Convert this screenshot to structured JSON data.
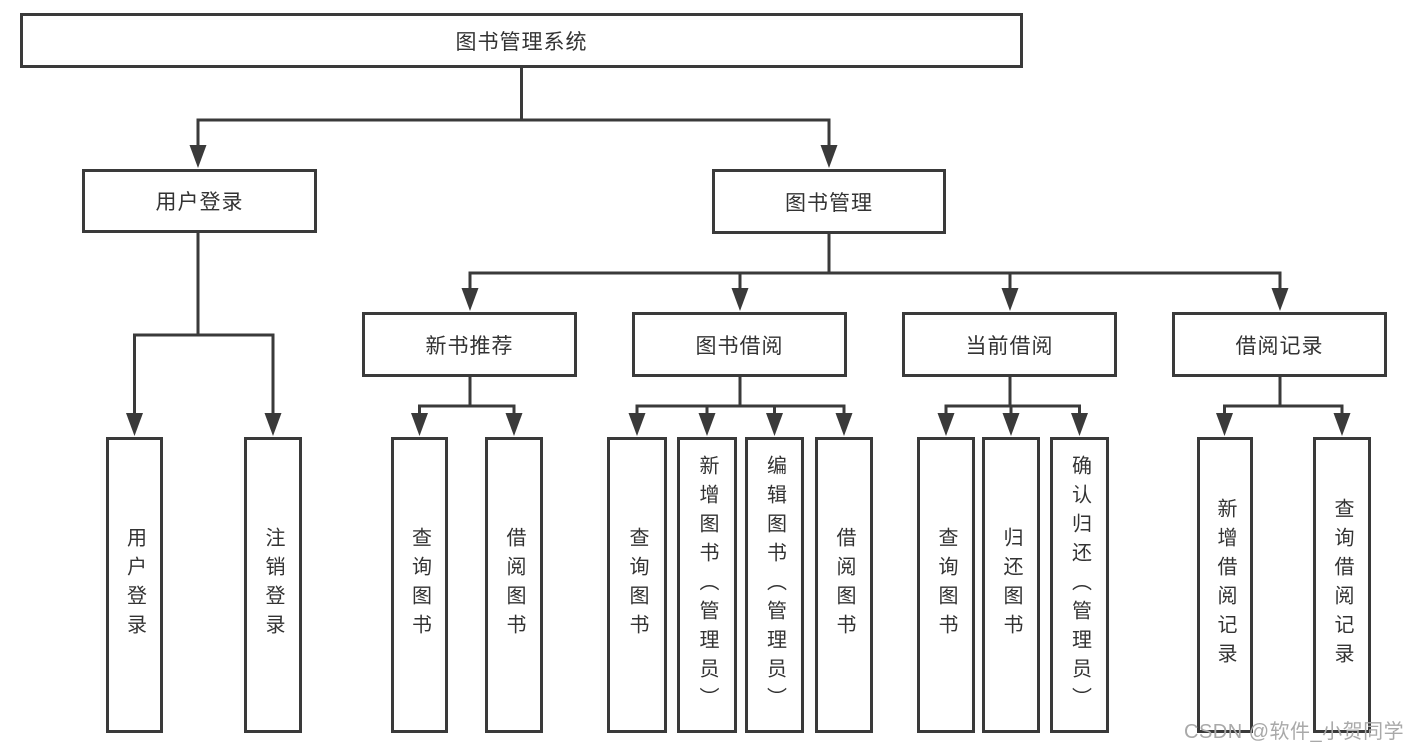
{
  "tree": {
    "label": "图书管理系统",
    "children": [
      {
        "label": "用户登录",
        "children": [
          {
            "label": "用户登录"
          },
          {
            "label": "注销登录"
          }
        ]
      },
      {
        "label": "图书管理",
        "children": [
          {
            "label": "新书推荐",
            "children": [
              {
                "label": "查询图书"
              },
              {
                "label": "借阅图书"
              }
            ]
          },
          {
            "label": "图书借阅",
            "children": [
              {
                "label": "查询图书"
              },
              {
                "label": "新增图书（管理员）"
              },
              {
                "label": "编辑图书（管理员）"
              },
              {
                "label": "借阅图书"
              }
            ]
          },
          {
            "label": "当前借阅",
            "children": [
              {
                "label": "查询图书"
              },
              {
                "label": "归还图书"
              },
              {
                "label": "确认归还（管理员）"
              }
            ]
          },
          {
            "label": "借阅记录",
            "children": [
              {
                "label": "新增借阅记录"
              },
              {
                "label": "查询借阅记录"
              }
            ]
          }
        ]
      }
    ]
  },
  "watermark": "CSDN @软件_小贺同学",
  "colors": {
    "line": "#3a3a3a",
    "text": "#333333",
    "node_background": "#ffffff",
    "watermark": "#a9a9a9"
  }
}
